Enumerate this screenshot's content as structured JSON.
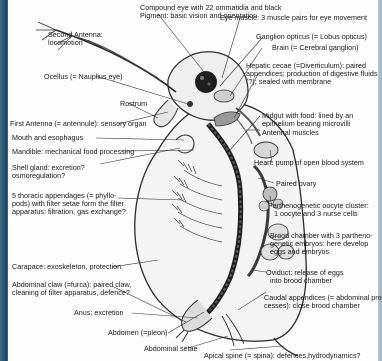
{
  "labels": {
    "compound_eye": "Compound eye with 22 ommatidia and black",
    "pigment": "Pigment: basic vision and orientation",
    "eye_muscle": "Eye muscle: 3 muscle pairs for eye movement",
    "second_antenna_1": "Second Antenna:",
    "second_antenna_2": "locomotion",
    "ganglion": "Ganglion opticus (= Lobus opticus)",
    "brain": "Brain (= Cerebral ganglion)",
    "ocellus": "Ocellus (= Nauplius eye)",
    "hepatic_1": "Hepatic cecae (=Diverticulum): paired",
    "hepatic_2": "appendices; production of digestive fluids",
    "hepatic_3": "(?); sealed with membrane",
    "rostrum": "Rostrum",
    "first_antenna": "First Antenna (= antennule): sensory organ",
    "midgut_1": "Midgut with food: lined by an",
    "midgut_2": "epithelium bearing microvilli",
    "mouth": "Mouth and esophagus",
    "antennal_muscles": "Antennal muscles",
    "mandible": "Mandible: mechanical food processing",
    "shell_gland_1": "Shell gland: excretion?",
    "shell_gland_2": "osmoregulation?",
    "heart": "Heart: pump of open blood system",
    "ovary": "Paired ovary",
    "thoracic_1": "5 thoracic appendages (= phyllo-",
    "thoracic_2": "pods) with filter setae form the filter",
    "thoracic_3": "apparatus: filtration, gas exchange?",
    "oocyte_1": "Parthenogenetic oocyte cluster:",
    "oocyte_2": "1 oocyte and 3 nurse cells",
    "brood_1": "Brood chamber with 3 partheno-",
    "brood_2": "genetic embryos: here develop",
    "brood_3": "eggs and embryos",
    "carapace": "Carapace: exoskeleton, protection",
    "oviduct_1": "Oviduct: release of eggs",
    "oviduct_2": "into brood chamber",
    "claw_1": "Abdominal claw (=furca): paired claw,",
    "claw_2": "cleaning of filter apparatus, defence?",
    "caudal_1": "Caudal appendices (= abdominal pro-",
    "caudal_2": "cesses): close brood chamber",
    "anus": "Anus: excretion",
    "abdomen": "Abdomen (=pleon)",
    "abdominal_setae": "Abdominal setae",
    "apical_spine": "Apical spine (= spina): defences,hydrodynamics?"
  }
}
